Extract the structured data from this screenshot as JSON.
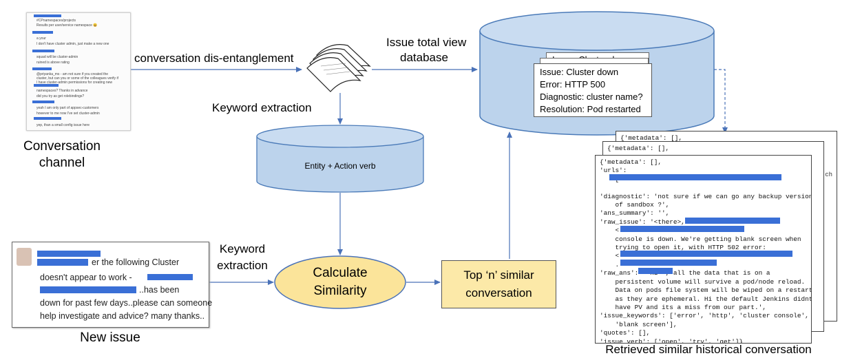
{
  "labels": {
    "disentanglement": "conversation dis-entanglement",
    "issue_db_line1": "Issue total view",
    "issue_db_line2": "database",
    "keyword_extraction_top": "Keyword extraction",
    "entity_db": "Entity + Action verb",
    "keyword_extraction_left_line1": "Keyword",
    "keyword_extraction_left_line2": "extraction",
    "calc_line1": "Calculate",
    "calc_line2": "Similarity",
    "topn_line1": "Top ‘n’ similar",
    "topn_line2": "conversation",
    "conv_channel_line1": "Conversation",
    "conv_channel_line2": "channel",
    "new_issue": "New issue",
    "retrieved": "Retrieved similar historical conversation"
  },
  "db_card": {
    "issue": "Issue: Cluster down",
    "error": "Error: HTTP 500",
    "diagnostic": "Diagnostic: cluster name?",
    "resolution": "Resolution: Pod restarted",
    "back_partial": "Issue: Cluster d"
  },
  "new_issue_text": {
    "line1": "er the following Cluster",
    "line2": "doesn't appear to work - ",
    "line3": "..has been",
    "line4": "down for past few days..please can someone",
    "line5": "help investigate and advice? many thanks.."
  },
  "chat_lines": [
    "#CPnamespaces/projects",
    "Results per user/service namespace 😀",
    "a your",
    "I don't have cluster admin, just make a new one",
    "squad will be cluster-admin",
    "ruined is above rating",
    "@priyanka_ms  - am not sure if you created the",
    "cluster, but can you or some of the colleagues verify if",
    "I have cluster-admin permissions for creating new",
    "namespaces? Thanks in advance",
    "did you try as get rolebindings?",
    "yeah I am only part of  appsec-customers",
    "however to me now I've set cluster-admin",
    "yep, than a small config issue here"
  ],
  "json_back": {
    "line1": "{'metadata': [],",
    "line2": "{'metadata': [],"
  },
  "json_front": [
    "{'metadata': [],",
    "'urls':",
    "    [",
    "",
    "'diagnostic': 'not sure if we can go any backup version",
    "    of sandbox ?',",
    "'ans_summary': '',",
    "'raw_issue': '<there>, ",
    "    <",
    "    console is down. We're getting blank screen when",
    "    trying to open it, with HTTP 502 error:",
    "    <",
    "    .",
    "'raw_ans': ' Hi  , all the data that is on a",
    "    persistent volume will survive a pod/node reload.",
    "    Data on pods file system will be wiped on a restart",
    "    as they are ephemeral. Hi the default Jenkins didnt",
    "    have PV and its a miss from our part.',",
    "'issue_keywords': ['error', 'http', 'cluster console',",
    "    'blank screen'],",
    "'quotes': [],",
    "'issue_verb': ['open', 'try', 'get']}"
  ],
  "colors": {
    "db_fill": "#bcd3ec",
    "db_stroke": "#4a7ab8",
    "calc_fill": "#fbe49a",
    "topn_fill": "#fce9a8",
    "arrow": "#4a72b8",
    "redaction": "#3a6fd6"
  }
}
